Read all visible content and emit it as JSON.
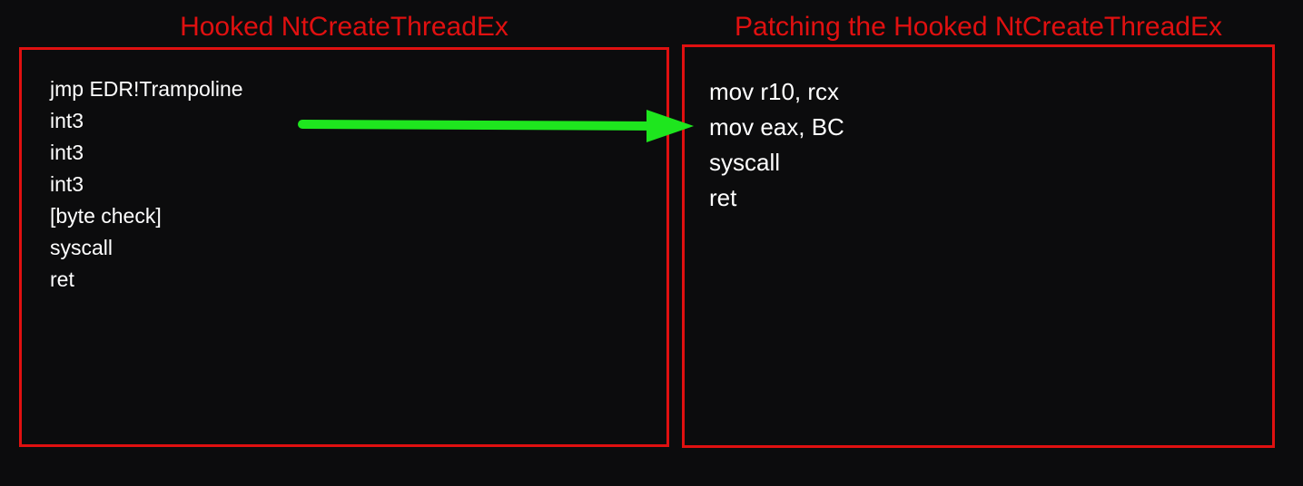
{
  "colors": {
    "background": "#0c0c0d",
    "accent_red": "#e01010",
    "arrow_green": "#1ee61e",
    "code_text": "#ffffff"
  },
  "left": {
    "title": "Hooked NtCreateThreadEx",
    "lines": [
      "jmp EDR!Trampoline",
      "int3",
      "int3",
      "int3",
      "[byte check]",
      "syscall",
      "ret"
    ]
  },
  "right": {
    "title": "Patching the Hooked NtCreateThreadEx",
    "lines": [
      "mov r10, rcx",
      "mov eax, BC",
      "syscall",
      "ret"
    ]
  }
}
